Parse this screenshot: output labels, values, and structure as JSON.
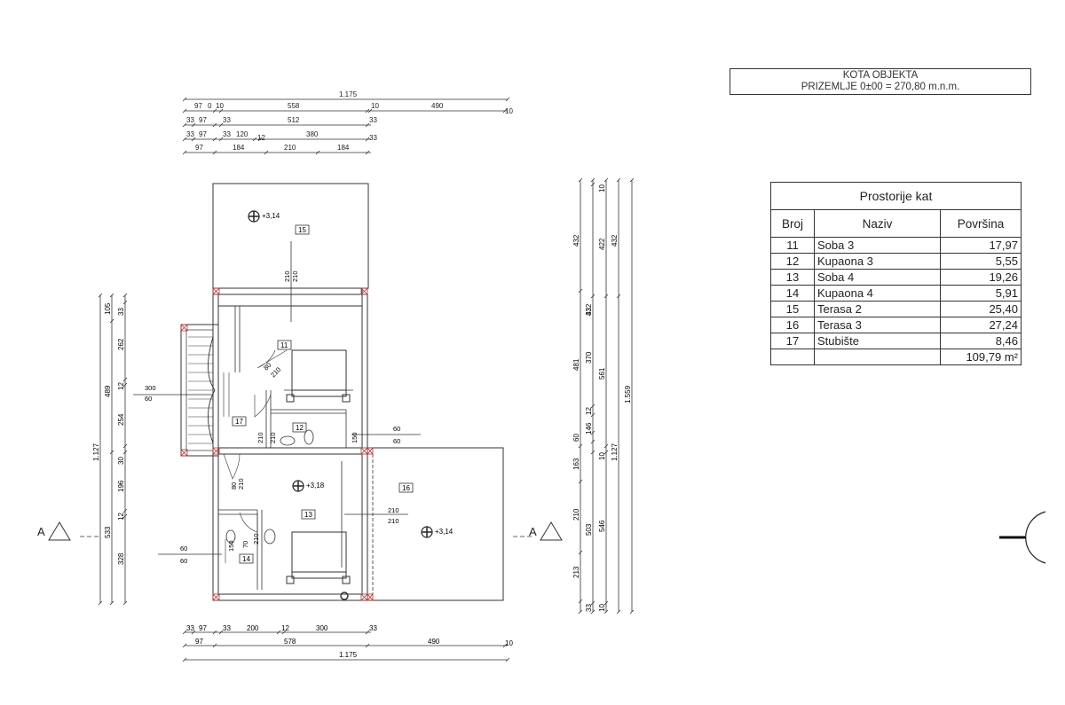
{
  "kota": {
    "title": "KOTA OBJEKTA",
    "value": "PRIZEMLJE 0±00 = 270,80 m.n.m."
  },
  "room_table": {
    "title": "Prostorije kat",
    "headers": [
      "Broj",
      "Naziv",
      "Površina"
    ],
    "rows": [
      {
        "num": "11",
        "name": "Soba 3",
        "area": "17,97"
      },
      {
        "num": "12",
        "name": "Kupaona 3",
        "area": "5,55"
      },
      {
        "num": "13",
        "name": "Soba 4",
        "area": "19,26"
      },
      {
        "num": "14",
        "name": "Kupaona 4",
        "area": "5,91"
      },
      {
        "num": "15",
        "name": "Terasa 2",
        "area": "25,40"
      },
      {
        "num": "16",
        "name": "Terasa 3",
        "area": "27,24"
      },
      {
        "num": "17",
        "name": "Stubište",
        "area": "8,46"
      }
    ],
    "total": "109,79 m²"
  },
  "plan": {
    "room_tags": [
      "11",
      "12",
      "13",
      "14",
      "15",
      "16",
      "17"
    ],
    "levels": [
      "+3,14",
      "+3,18",
      "+3,14"
    ],
    "section_mark": "A",
    "top_dims": {
      "row1": [
        "1.175"
      ],
      "row2": [
        "97",
        "0",
        "10",
        "558",
        "10",
        "490",
        "10"
      ],
      "row3": [
        "33",
        "97",
        "33",
        "512",
        "33"
      ],
      "row4": [
        "33",
        "97",
        "33",
        "120",
        "12",
        "380",
        "33"
      ],
      "row5": [
        "97",
        "184",
        "210",
        "184"
      ]
    },
    "bottom_dims": {
      "row1": [
        "33",
        "97",
        "33",
        "200",
        "12",
        "300",
        "33"
      ],
      "row2": [
        "97",
        "578",
        "490",
        "10"
      ],
      "row3": [
        "1.175"
      ]
    },
    "left_dims": {
      "outer": [
        "1.127"
      ],
      "mid": [
        "105",
        "489",
        "533"
      ],
      "inner": [
        "33",
        "262",
        "12",
        "254",
        "30",
        "196",
        "12",
        "328"
      ]
    },
    "right_dims": {
      "c1": [
        "432",
        "481",
        "163",
        "210",
        "213",
        "33"
      ],
      "c2": [
        "10",
        "432",
        "370",
        "146",
        "12",
        "60",
        "10",
        "503",
        "33"
      ],
      "c3": [
        "422",
        "33",
        "561",
        "10",
        "546",
        "10"
      ],
      "c4": [
        "432",
        "1.127"
      ],
      "c5": [
        "1.559"
      ]
    },
    "openings": [
      "300",
      "60",
      "210",
      "80",
      "60",
      "60",
      "150",
      "60",
      "210",
      "210",
      "80",
      "150",
      "70",
      "210",
      "60",
      "60"
    ]
  }
}
